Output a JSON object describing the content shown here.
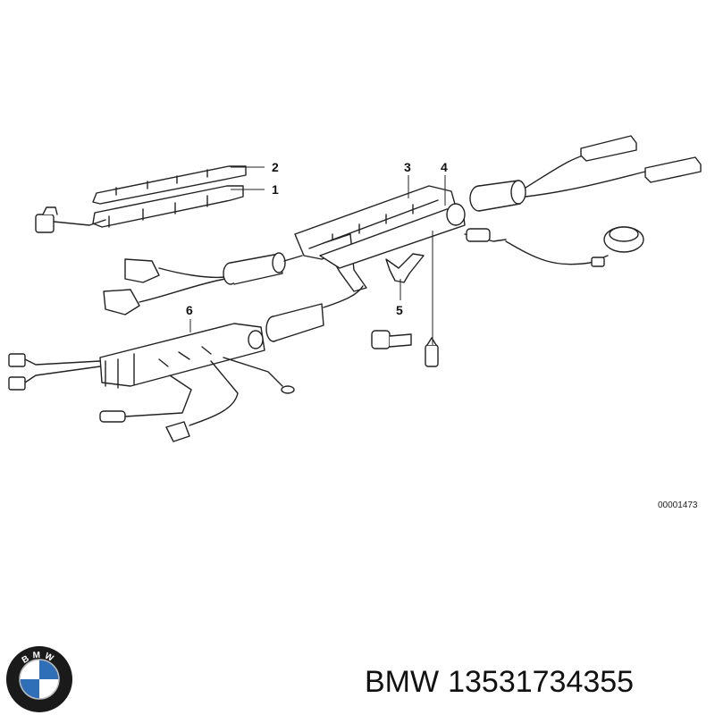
{
  "diagram": {
    "callouts": [
      "2",
      "1",
      "3",
      "4",
      "6",
      "5"
    ],
    "drawing_id": "00001473"
  },
  "logo": {
    "text": "BMW"
  },
  "caption": {
    "brand": "BMW",
    "part_number": "13531734355"
  }
}
